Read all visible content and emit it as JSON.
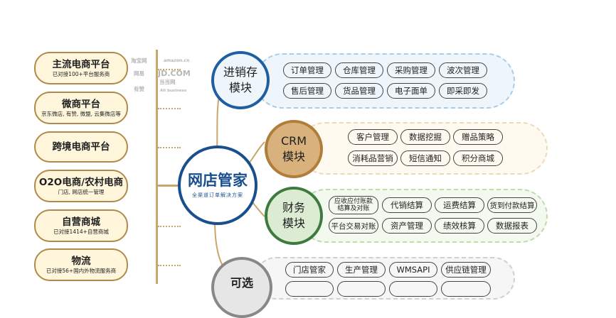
{
  "hub": {
    "title": "网店管家",
    "subtitle": "全渠道订单解决方案"
  },
  "left": [
    {
      "title": "主流电商平台",
      "sub": "已对接100+平台服务商"
    },
    {
      "title": "微商平台",
      "sub": "京东微店, 有赞, 微盟, 云集微店等"
    },
    {
      "title": "跨境电商平台",
      "sub": ""
    },
    {
      "title": "O2O电商/农村电商",
      "sub": "门店, 网店统一管理"
    },
    {
      "title": "自营商城",
      "sub": "已对接1414+自营商城"
    },
    {
      "title": "物流",
      "sub": "已对接56+国内外物流服务商"
    }
  ],
  "logos": [
    "淘宝网",
    "amazon.cn",
    "JD.COM",
    "当当网",
    "网易",
    "有赞",
    "All business"
  ],
  "modules": [
    {
      "name_l1": "进销存",
      "name_l2": "模块",
      "color": "#1f5fa0",
      "fill": "#eef6fc",
      "band": "#a9cde8",
      "tags": [
        "订单管理",
        "仓库管理",
        "采购管理",
        "波次管理",
        "售后管理",
        "货品管理",
        "电子面单",
        "即采即发"
      ]
    },
    {
      "name_l1": "CRM",
      "name_l2": "模块",
      "color": "#b07d3b",
      "fill": "#d9b17c",
      "band": "#ecd9b5",
      "tags": [
        "客户管理",
        "数据挖掘",
        "赠品策略",
        "消耗品营销",
        "短信通知",
        "积分商城"
      ]
    },
    {
      "name_l1": "财务",
      "name_l2": "模块",
      "color": "#3d7a3d",
      "fill": "#dcecd3",
      "band": "#bcdcae",
      "tags": [
        "应收应付账款 结算及对账",
        "代销结算",
        "运费结算",
        "货到付款结算",
        "平台交易对账",
        "资产管理",
        "绩效核算",
        "数据报表"
      ]
    },
    {
      "name_l1": "可选",
      "name_l2": "",
      "color": "#888888",
      "fill": "#e6e6e6",
      "band": "#d0d0d0",
      "tags": [
        "门店管家",
        "生产管理",
        "WMSAPI",
        "供应链管理"
      ]
    }
  ]
}
